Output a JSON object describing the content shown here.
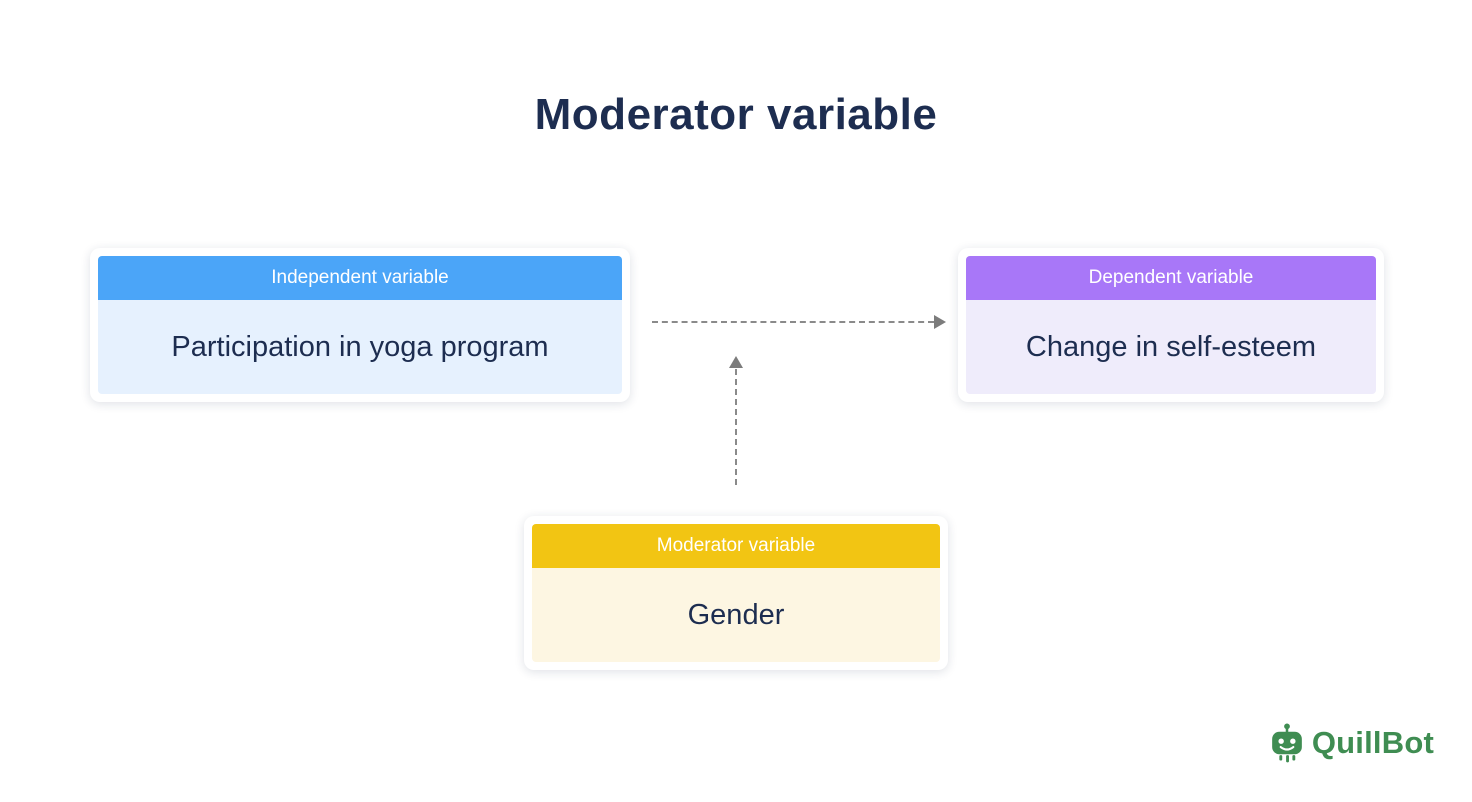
{
  "title": "Moderator variable",
  "colors": {
    "title_text": "#1d2d50",
    "body_text": "#1d2d50",
    "arrow": "#8a8a8a",
    "logo_green": "#3f8d52"
  },
  "boxes": {
    "independent": {
      "header": "Independent variable",
      "body": "Participation in yoga program",
      "header_color": "#4ba5f8",
      "body_color": "#e6f1fe"
    },
    "dependent": {
      "header": "Dependent variable",
      "body": "Change in self-esteem",
      "header_color": "#a877f8",
      "body_color": "#efecfb"
    },
    "moderator": {
      "header": "Moderator variable",
      "body": "Gender",
      "header_color": "#f2c513",
      "body_color": "#fdf6e2"
    }
  },
  "logo": {
    "text": "QuillBot"
  }
}
